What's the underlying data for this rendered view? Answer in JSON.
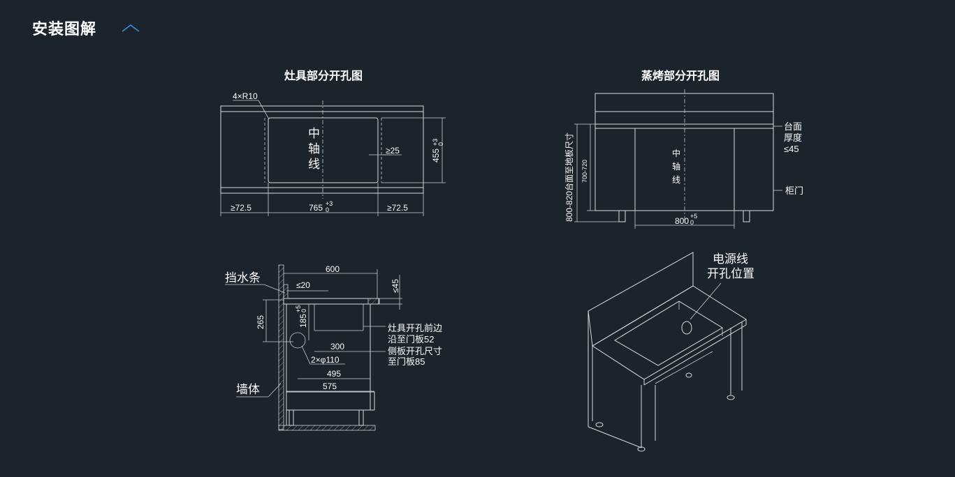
{
  "header": {
    "title": "安装图解",
    "toggle_icon": "chevron-up-icon",
    "accent": "#3a8ee6"
  },
  "diagram_a": {
    "title": "灶具部分开孔图",
    "radius_note": "4×R10",
    "center_1": "中",
    "center_2": "轴",
    "center_3": "线",
    "gap": "≥25",
    "height_dim": "455",
    "height_tol_up": "+3",
    "height_tol_down": "0",
    "left_dim": "≥72.5",
    "width_dim": "765",
    "width_tol_up": "+3",
    "width_tol_down": "0",
    "right_dim": "≥72.5"
  },
  "diagram_b": {
    "title": "蒸烤部分开孔图",
    "floor_height": "800-820台面至地板尺寸",
    "cabinet_height": "700-720",
    "center_1": "中",
    "center_2": "轴",
    "center_3": "线",
    "counter_1": "台面",
    "counter_2": "厚度",
    "counter_3": "≤45",
    "door": "柜门",
    "width_dim": "800",
    "width_tol_up": "+5",
    "width_tol_down": "0"
  },
  "diagram_c": {
    "splash": "挡水条",
    "depth": "600",
    "splash_gap": "≤20",
    "top_thickness": "≤45",
    "height_265": "265",
    "hole_height": "185",
    "hole_tol_up": "+5",
    "hole_tol_down": "0",
    "front_note_1": "灶具开孔前边",
    "front_note_2": "沿至门板52",
    "dim_300": "300",
    "side_note_1": "侧板开孔尺寸",
    "side_note_2": "至门板85",
    "holes": "2×φ110",
    "dim_495": "495",
    "wall": "墙体",
    "dim_575": "575"
  },
  "diagram_d": {
    "cable_1": "电源线",
    "cable_2": "开孔位置"
  }
}
